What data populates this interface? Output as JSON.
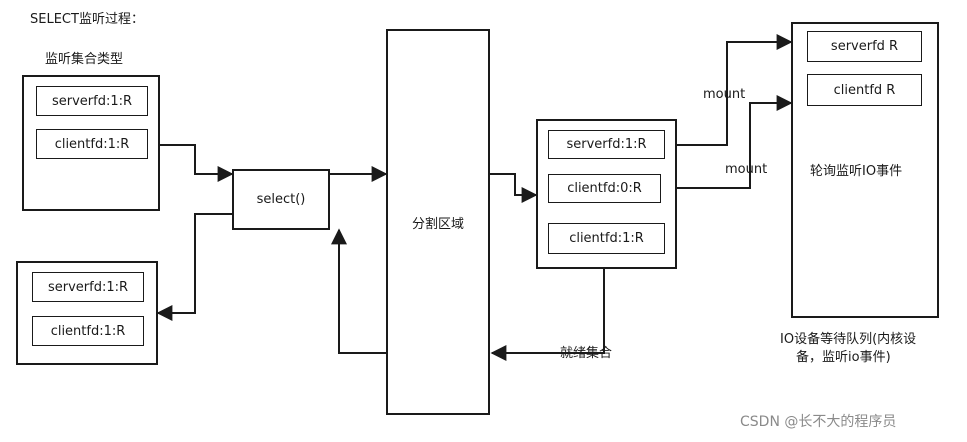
{
  "title": "SELECT监听过程：",
  "monitor_set": {
    "label": "监听集合类型",
    "items": [
      "serverfd:1:R",
      "clientfd:1:R"
    ]
  },
  "result_set": {
    "items": [
      "serverfd:1:R",
      "clientfd:1:R"
    ]
  },
  "select_box": {
    "label": "select()"
  },
  "split_area": {
    "label": "分割区域"
  },
  "ready_list": {
    "items": [
      "serverfd:1:R",
      "clientfd:0:R",
      "clientfd:1:R"
    ]
  },
  "ready_set_label": "就绪集合",
  "mount_labels": [
    "mount",
    "mount"
  ],
  "wait_queue": {
    "items": [
      "serverfd R",
      "clientfd R"
    ],
    "label": "轮询监听IO事件",
    "caption_line1": "IO设备等待队列(内核设",
    "caption_line2": "备，监听io事件)"
  },
  "watermark": "CSDN @长不大的程序员",
  "colors": {
    "stroke": "#1a1a1a",
    "background": "#ffffff",
    "watermark": "#8a8a8a"
  }
}
